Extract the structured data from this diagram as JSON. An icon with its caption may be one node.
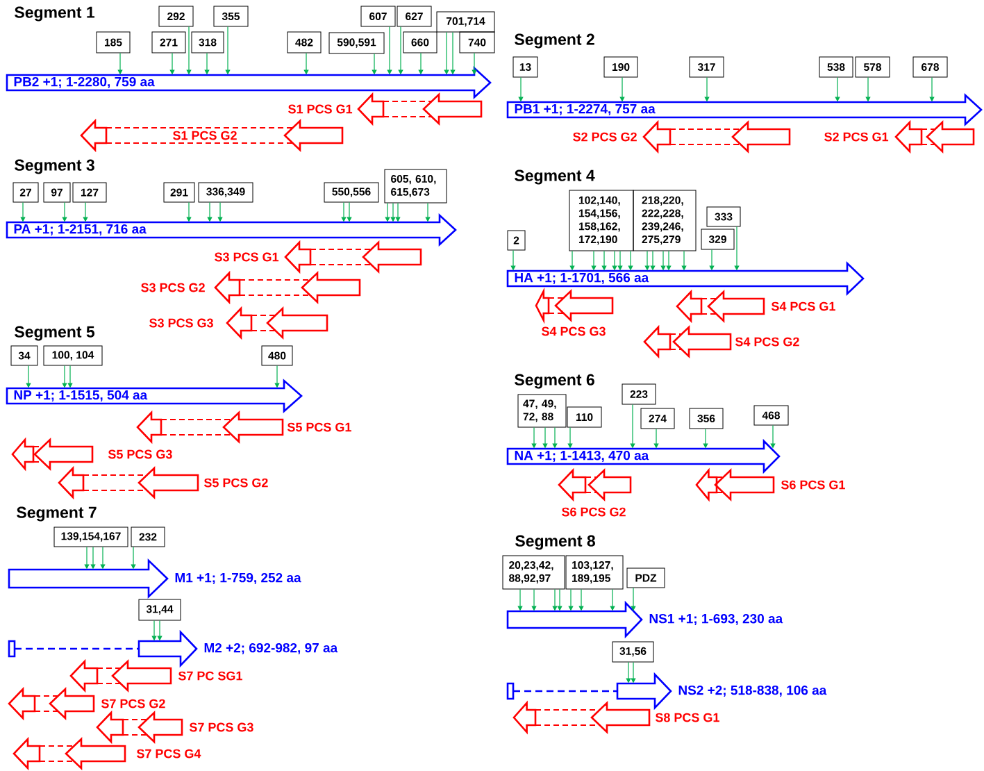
{
  "diagram": {
    "nodes": [
      {
        "text": [
          "185"
        ]
      },
      {
        "text": [
          "271"
        ]
      },
      {
        "text": [
          "292"
        ]
      },
      {
        "text": [
          "318"
        ]
      },
      {
        "text": [
          "355"
        ]
      },
      {
        "text": [
          "482"
        ]
      },
      {
        "text": [
          "590,591"
        ]
      },
      {
        "text": [
          "607"
        ]
      },
      {
        "text": [
          "627"
        ]
      },
      {
        "text": [
          "660"
        ]
      },
      {
        "text": [
          "701,714"
        ]
      },
      {
        "text": [
          "740"
        ]
      },
      {
        "text": [
          "PB2 +1; 1-2280, 759 aa"
        ]
      },
      {
        "text": [
          "S1 PCS G1"
        ]
      },
      {
        "text": [
          "S1 PCS G2"
        ]
      },
      {
        "text": [
          "13"
        ]
      },
      {
        "text": [
          "190"
        ]
      },
      {
        "text": [
          "317"
        ]
      },
      {
        "text": [
          "538"
        ]
      },
      {
        "text": [
          "578"
        ]
      },
      {
        "text": [
          "678"
        ]
      },
      {
        "text": [
          "PB1 +1; 1-2274, 757 aa"
        ]
      },
      {
        "text": [
          "S2 PCS G2"
        ]
      },
      {
        "text": [
          "S2 PCS G1"
        ]
      },
      {
        "text": [
          "27"
        ]
      },
      {
        "text": [
          "97"
        ]
      },
      {
        "text": [
          "127"
        ]
      },
      {
        "text": [
          "291"
        ]
      },
      {
        "text": [
          "336,349"
        ]
      },
      {
        "text": [
          "550,556"
        ]
      },
      {
        "text": [
          "605, 610, 615,673"
        ]
      },
      {
        "text": [
          "PA +1; 1-2151, 716 aa"
        ]
      },
      {
        "text": [
          "S3 PCS G1"
        ]
      },
      {
        "text": [
          "S3 PCS G2"
        ]
      },
      {
        "text": [
          "S3 PCS G3"
        ]
      },
      {
        "text": [
          "2"
        ]
      },
      {
        "text": [
          "102,140, 154,156, 158,162, 172,190"
        ]
      },
      {
        "text": [
          "218,220, 222,228, 239,246, 275,279"
        ]
      },
      {
        "text": [
          "333"
        ]
      },
      {
        "text": [
          "329"
        ]
      },
      {
        "text": [
          "HA +1; 1-1701, 566 aa"
        ]
      },
      {
        "text": [
          "S4 PCS G3"
        ]
      },
      {
        "text": [
          "S4 PCS G1"
        ]
      },
      {
        "text": [
          "S4 PCS G2"
        ]
      },
      {
        "text": [
          "34"
        ]
      },
      {
        "text": [
          "100, 104"
        ]
      },
      {
        "text": [
          "480"
        ]
      },
      {
        "text": [
          "NP +1; 1-1515, 504 aa"
        ]
      },
      {
        "text": [
          "S5 PCS G1"
        ]
      },
      {
        "text": [
          "S5 PCS G3"
        ]
      },
      {
        "text": [
          "S5 PCS G2"
        ]
      },
      {
        "text": [
          "47, 49, 72, 88"
        ]
      },
      {
        "text": [
          "110"
        ]
      },
      {
        "text": [
          "223"
        ]
      },
      {
        "text": [
          "274"
        ]
      },
      {
        "text": [
          "356"
        ]
      },
      {
        "text": [
          "468"
        ]
      },
      {
        "text": [
          "NA +1; 1-1413, 470 aa"
        ]
      },
      {
        "text": [
          "S6 PCS G2"
        ]
      },
      {
        "text": [
          "S6 PCS G1"
        ]
      },
      {
        "text": [
          "139,154,167"
        ]
      },
      {
        "text": [
          "232"
        ]
      },
      {
        "text": [
          "M1 +1; 1-759, 252 aa"
        ]
      },
      {
        "text": [
          "31,44"
        ]
      },
      {
        "text": [
          "M2 +2; 692-982, 97 aa"
        ]
      },
      {
        "text": [
          "S7 PC SG1"
        ]
      },
      {
        "text": [
          "S7 PCS G2"
        ]
      },
      {
        "text": [
          "S7 PCS G3"
        ]
      },
      {
        "text": [
          "S7 PCS G4"
        ]
      },
      {
        "text": [
          "20,23,42, 88,92,97"
        ]
      },
      {
        "text": [
          "103,127, 189,195"
        ]
      },
      {
        "text": [
          "PDZ"
        ]
      },
      {
        "text": [
          "NS1 +1; 1-693, 230 aa"
        ]
      },
      {
        "text": [
          "31,56"
        ]
      },
      {
        "text": [
          "NS2 +2; 518-838, 106 aa"
        ]
      },
      {
        "text": [
          "S8 PCS G1"
        ]
      }
    ],
    "edges": [
      {
        "from": 0,
        "to": 12,
        "arrow": "to"
      },
      {
        "from": 1,
        "to": 12,
        "arrow": "to"
      },
      {
        "from": 2,
        "to": 12,
        "arrow": "to"
      },
      {
        "from": 3,
        "to": 12,
        "arrow": "to"
      },
      {
        "from": 4,
        "to": 12,
        "arrow": "to"
      },
      {
        "from": 5,
        "to": 12,
        "arrow": "to"
      },
      {
        "from": 6,
        "to": 12,
        "arrow": "to"
      },
      {
        "from": 7,
        "to": 12,
        "arrow": "to"
      },
      {
        "from": 8,
        "to": 12,
        "arrow": "to"
      },
      {
        "from": 9,
        "to": 12,
        "arrow": "to"
      },
      {
        "from": 10,
        "to": 12,
        "arrow": "to"
      },
      {
        "from": 10,
        "to": 12,
        "arrow": "to"
      },
      {
        "from": 11,
        "to": 12,
        "arrow": "to"
      },
      {
        "from": 15,
        "to": 21,
        "arrow": "to"
      },
      {
        "from": 16,
        "to": 21,
        "arrow": "to"
      },
      {
        "from": 17,
        "to": 21,
        "arrow": "to"
      },
      {
        "from": 18,
        "to": 21,
        "arrow": "to"
      },
      {
        "from": 19,
        "to": 21,
        "arrow": "to"
      },
      {
        "from": 20,
        "to": 21,
        "arrow": "to"
      },
      {
        "from": 24,
        "to": 31,
        "arrow": "to"
      },
      {
        "from": 25,
        "to": 31,
        "arrow": "to"
      },
      {
        "from": 26,
        "to": 31,
        "arrow": "to"
      },
      {
        "from": 27,
        "to": 31,
        "arrow": "to"
      },
      {
        "from": 28,
        "to": 31,
        "arrow": "to"
      },
      {
        "from": 28,
        "to": 31,
        "arrow": "to"
      },
      {
        "from": 29,
        "to": 31,
        "arrow": "to"
      },
      {
        "from": 29,
        "to": 31,
        "arrow": "to"
      },
      {
        "from": 30,
        "to": 31,
        "arrow": "to"
      },
      {
        "from": 30,
        "to": 31,
        "arrow": "to"
      },
      {
        "from": 30,
        "to": 31,
        "arrow": "to"
      },
      {
        "from": 30,
        "to": 31,
        "arrow": "to"
      },
      {
        "from": 35,
        "to": 40,
        "arrow": "to"
      },
      {
        "from": 36,
        "to": 40,
        "arrow": "to"
      },
      {
        "from": 36,
        "to": 40,
        "arrow": "to"
      },
      {
        "from": 36,
        "to": 40,
        "arrow": "to"
      },
      {
        "from": 36,
        "to": 40,
        "arrow": "to"
      },
      {
        "from": 36,
        "to": 40,
        "arrow": "to"
      },
      {
        "from": 36,
        "to": 40,
        "arrow": "to"
      },
      {
        "from": 37,
        "to": 40,
        "arrow": "to"
      },
      {
        "from": 37,
        "to": 40,
        "arrow": "to"
      },
      {
        "from": 37,
        "to": 40,
        "arrow": "to"
      },
      {
        "from": 37,
        "to": 40,
        "arrow": "to"
      },
      {
        "from": 37,
        "to": 40,
        "arrow": "to"
      },
      {
        "from": 38,
        "to": 40,
        "arrow": "to"
      },
      {
        "from": 39,
        "to": 40,
        "arrow": "to"
      },
      {
        "from": 44,
        "to": 47,
        "arrow": "to"
      },
      {
        "from": 45,
        "to": 47,
        "arrow": "to"
      },
      {
        "from": 45,
        "to": 47,
        "arrow": "to"
      },
      {
        "from": 46,
        "to": 47,
        "arrow": "to"
      },
      {
        "from": 51,
        "to": 57,
        "arrow": "to"
      },
      {
        "from": 51,
        "to": 57,
        "arrow": "to"
      },
      {
        "from": 51,
        "to": 57,
        "arrow": "to"
      },
      {
        "from": 52,
        "to": 57,
        "arrow": "to"
      },
      {
        "from": 53,
        "to": 57,
        "arrow": "to"
      },
      {
        "from": 54,
        "to": 57,
        "arrow": "to"
      },
      {
        "from": 55,
        "to": 57,
        "arrow": "to"
      },
      {
        "from": 56,
        "to": 57,
        "arrow": "to"
      },
      {
        "from": 60,
        "to": 62,
        "arrow": "to"
      },
      {
        "from": 60,
        "to": 62,
        "arrow": "to"
      },
      {
        "from": 60,
        "to": 62,
        "arrow": "to"
      },
      {
        "from": 61,
        "to": 62,
        "arrow": "to"
      },
      {
        "from": 63,
        "to": 64,
        "arrow": "to"
      },
      {
        "from": 63,
        "to": 64,
        "arrow": "to"
      },
      {
        "from": 69,
        "to": 72,
        "arrow": "to"
      },
      {
        "from": 69,
        "to": 72,
        "arrow": "to"
      },
      {
        "from": 69,
        "to": 72,
        "arrow": "to"
      },
      {
        "from": 69,
        "to": 72,
        "arrow": "to"
      },
      {
        "from": 70,
        "to": 72,
        "arrow": "to"
      },
      {
        "from": 70,
        "to": 72,
        "arrow": "to"
      },
      {
        "from": 70,
        "to": 72,
        "arrow": "to"
      },
      {
        "from": 71,
        "to": 72,
        "arrow": "to"
      },
      {
        "from": 73,
        "to": 74,
        "arrow": "to"
      },
      {
        "from": 73,
        "to": 74,
        "arrow": "to"
      }
    ],
    "labels": [
      "Segment 1",
      "Segment 2",
      "Segment 3",
      "Segment 4",
      "Segment 5",
      "Segment 6",
      "Segment 7",
      "Segment 8"
    ]
  }
}
